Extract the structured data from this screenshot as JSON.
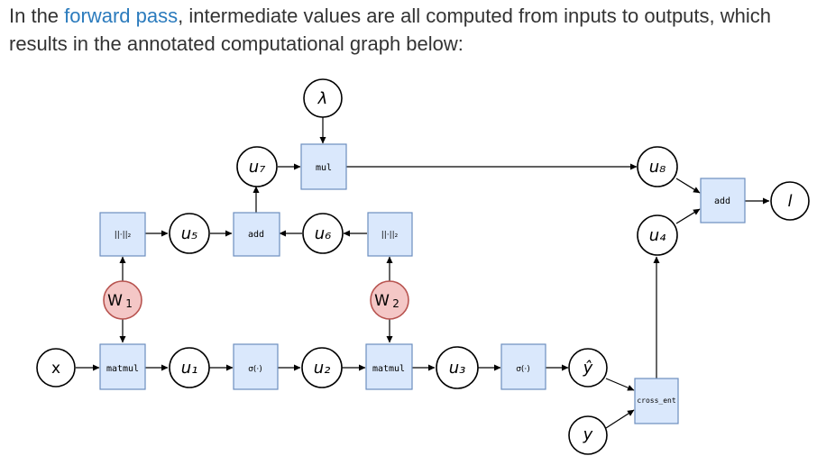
{
  "intro": {
    "part1": "In the ",
    "link": "forward pass",
    "part2": ", intermediate values are all computed from inputs to outputs, which results in the annotated computational graph below:"
  },
  "colors": {
    "link": "#2b7bbd",
    "op_fill": "#dae8fc",
    "op_stroke": "#6c8ebf",
    "param_fill": "#f4c7c6",
    "param_stroke": "#b85450"
  },
  "nodes": {
    "x": "x",
    "matmul1": "matmul",
    "u1": "u₁",
    "sigma1": "σ(·)",
    "u2": "u₂",
    "matmul2": "matmul",
    "u3": "u₃",
    "sigma2": "σ(·)",
    "yhat": "ŷ",
    "y": "y",
    "cross_ent": "cross_ent",
    "w1": "W ",
    "w1_sub": "1",
    "w2": "W ",
    "w2_sub": "2",
    "norm1": "||·||₂",
    "u5": "u₅",
    "add1": "add",
    "u6": "u₆",
    "norm2": "||·||₂",
    "u7": "u₇",
    "mul": "mul",
    "lambda": "λ",
    "u8": "u₈",
    "u4": "u₄",
    "add2": "add",
    "l": "l"
  }
}
